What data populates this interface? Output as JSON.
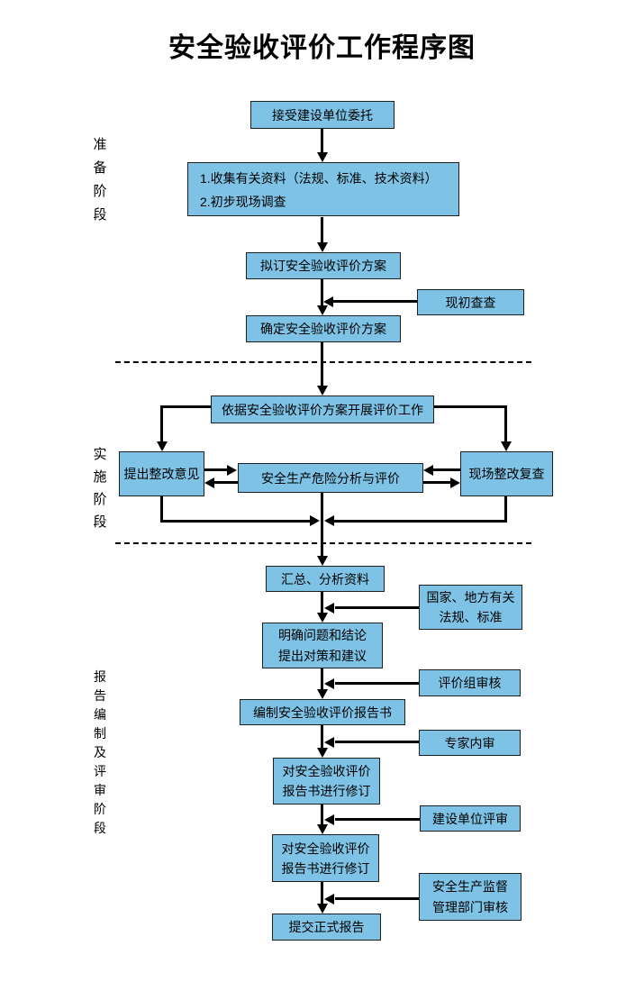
{
  "title": "安全验收评价工作程序图",
  "stages": {
    "preparation": "准备阶段",
    "implementation": "实施阶段",
    "report": "报告编制及评审阶段"
  },
  "nodes": {
    "accept": "接受建设单位委托",
    "collect_line1": "1.收集有关资料（法规、标准、技术资料）",
    "collect_line2": "2.初步现场调查",
    "draft_plan": "拟订安全验收评价方案",
    "initial_check": "现初查查",
    "confirm_plan": "确定安全验收评价方案",
    "carry_out": "依据安全验收评价方案开展评价工作",
    "propose_rectification": "提出整改意见",
    "hazard_analysis": "安全生产危险分析与评价",
    "site_recheck": "现场整改复查",
    "summarize": "汇总、分析资料",
    "regulations_line1": "国家、地方有关",
    "regulations_line2": "法规、标准",
    "clarify_line1": "明确问题和结论",
    "clarify_line2": "提出对策和建议",
    "team_review": "评价组审核",
    "compile_report": "编制安全验收评价报告书",
    "expert_review": "专家内审",
    "revise1_line1": "对安全验收评价",
    "revise1_line2": "报告书进行修订",
    "client_review": "建设单位评审",
    "revise2_line1": "对安全验收评价",
    "revise2_line2": "报告书进行修订",
    "authority_line1": "安全生产监督",
    "authority_line2": "管理部门审核",
    "submit_report": "提交正式报告"
  },
  "colors": {
    "box_fill": "#7EC3E6",
    "box_border": "#1F1F1F",
    "line": "#000000",
    "text": "#000000",
    "background": "#FFFFFF"
  }
}
